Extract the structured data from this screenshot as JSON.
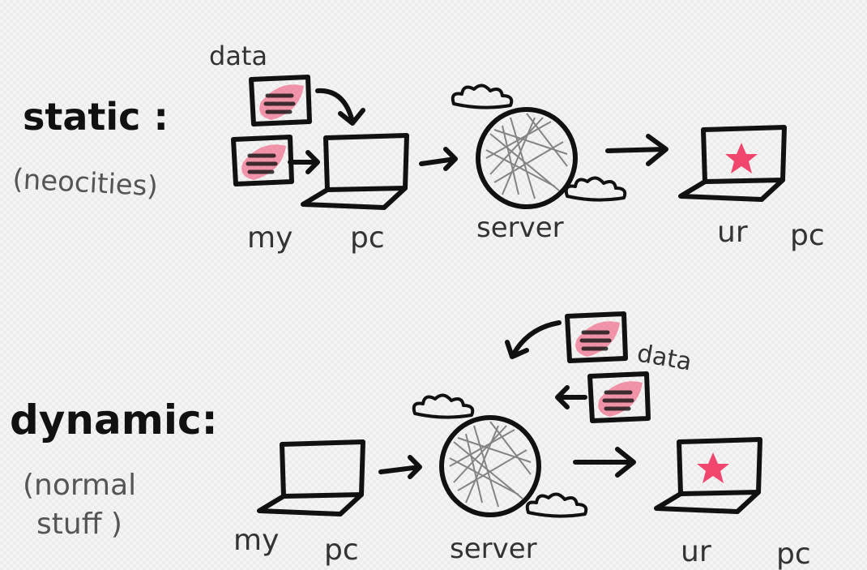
{
  "colors": {
    "ink": "#111111",
    "accent": "#f0466e",
    "paper": "#d86a8a"
  },
  "static": {
    "title": "static :",
    "subtitle": "(neocities)",
    "data_label": "data",
    "my_label": "my",
    "pc_label": "pc",
    "server_label": "server",
    "ur_label": "ur",
    "ur_pc_label": "pc"
  },
  "dynamic": {
    "title": "dynamic:",
    "subtitle_line1": "(normal",
    "subtitle_line2": "stuff )",
    "data_label": "data",
    "my_label": "my",
    "pc_label": "pc",
    "server_label": "server",
    "ur_label": "ur",
    "ur_pc_label": "pc"
  }
}
